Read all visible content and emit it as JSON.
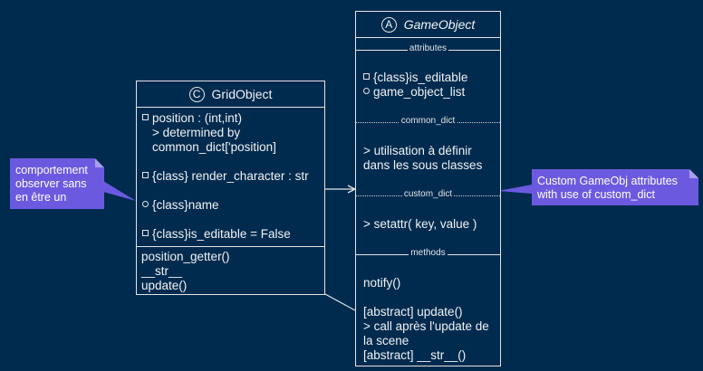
{
  "game_object": {
    "stereotype_letter": "A",
    "name": "GameObject",
    "sections": {
      "attributes": "attributes",
      "common_dict": "common_dict",
      "custom_dict": "custom_dict",
      "methods": "methods"
    },
    "attributes": [
      "{class}is_editable",
      "game_object_list"
    ],
    "common_dict_lines": [
      "> utilisation à définir",
      "dans les sous classes"
    ],
    "custom_dict_line": "> setattr( key, value )",
    "methods": [
      "notify()",
      "[abstract] update()",
      "> call après l'update de",
      "la scene",
      "[abstract] __str__()"
    ]
  },
  "grid_object": {
    "stereotype_letter": "C",
    "name": "GridObject",
    "fields": [
      "position : (int,int)",
      "> determined by",
      "common_dict['position]",
      "{class} render_character : str",
      "{class}name",
      "{class}is_editable = False"
    ],
    "methods": [
      "position_getter()",
      "__str__",
      "update()"
    ]
  },
  "notes": {
    "left": [
      "comportement",
      "observer sans",
      "en être un"
    ],
    "right": [
      "Custom GameObj attributes",
      "with use of custom_dict"
    ]
  },
  "colors": {
    "background": "#002b4f",
    "note": "#6b5ae0",
    "border": "#e4e4e4"
  }
}
